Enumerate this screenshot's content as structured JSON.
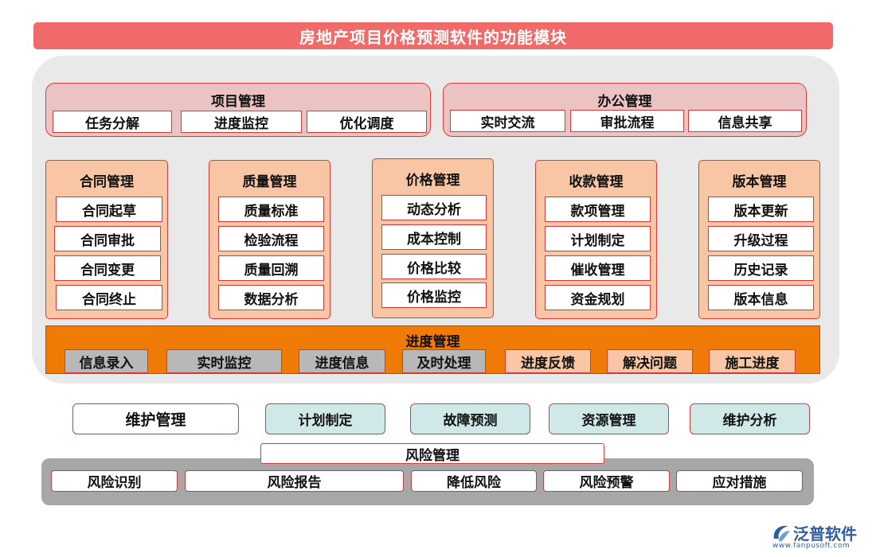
{
  "title": "房地产项目价格预测软件的功能模块",
  "project_mgmt": {
    "title": "项目管理",
    "items": [
      "任务分解",
      "进度监控",
      "优化调度"
    ]
  },
  "office_mgmt": {
    "title": "办公管理",
    "items": [
      "实时交流",
      "审批流程",
      "信息共享"
    ]
  },
  "columns": [
    {
      "title": "合同管理",
      "items": [
        "合同起草",
        "合同审批",
        "合同变更",
        "合同终止"
      ]
    },
    {
      "title": "质量管理",
      "items": [
        "质量标准",
        "检验流程",
        "质量回溯",
        "数据分析"
      ]
    },
    {
      "title": "价格管理",
      "items": [
        "动态分析",
        "成本控制",
        "价格比较",
        "价格监控"
      ]
    },
    {
      "title": "收款管理",
      "items": [
        "款项管理",
        "计划制定",
        "催收管理",
        "资金规划"
      ]
    },
    {
      "title": "版本管理",
      "items": [
        "版本更新",
        "升级过程",
        "历史记录",
        "版本信息"
      ]
    }
  ],
  "progress_mgmt": {
    "title": "进度管理",
    "items": [
      "信息录入",
      "实时监控",
      "进度信息",
      "及时处理",
      "进度反馈",
      "解决问题",
      "施工进度"
    ]
  },
  "maintenance": [
    "维护管理",
    "计划制定",
    "故障预测",
    "资源管理",
    "维护分析"
  ],
  "risk_mgmt": {
    "title": "风险管理",
    "items": [
      "风险识别",
      "风险报告",
      "降低风险",
      "风险预警",
      "应对措施"
    ]
  },
  "logo": {
    "name": "泛普软件",
    "url": "www.fanpusoft.com"
  },
  "colors": {
    "title_bg": "#f06a6a",
    "accent_red": "#d23a3a",
    "orange": "#ef7a06",
    "peach": "#f8c6a4",
    "pink": "#ebc3c3",
    "teal": "#d0e8e8",
    "gray": "#a7a7a7"
  }
}
